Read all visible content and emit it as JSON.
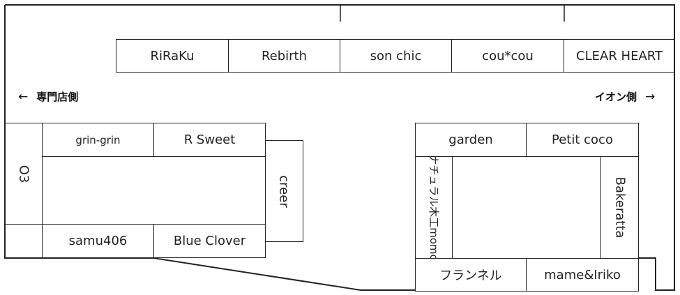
{
  "directions": {
    "left": {
      "arrow": "←",
      "label": "専門店側"
    },
    "right": {
      "label": "イオン側",
      "arrow": "→"
    }
  },
  "top_row": [
    "RiRaKu",
    "Rebirth",
    "son chic",
    "cou*cou",
    "CLEAR HEART"
  ],
  "left_block": {
    "top": [
      "grin-grin",
      "R Sweet"
    ],
    "side_left": "O3",
    "side_right": "creer",
    "bottom": [
      "samu406",
      "Blue Clover"
    ]
  },
  "right_block": {
    "top": [
      "garden",
      "Petit coco"
    ],
    "side_left": "ナチュラル木工momo",
    "side_right": "Bakeratta",
    "bottom": [
      "フランネル",
      "mame&Iriko"
    ]
  }
}
